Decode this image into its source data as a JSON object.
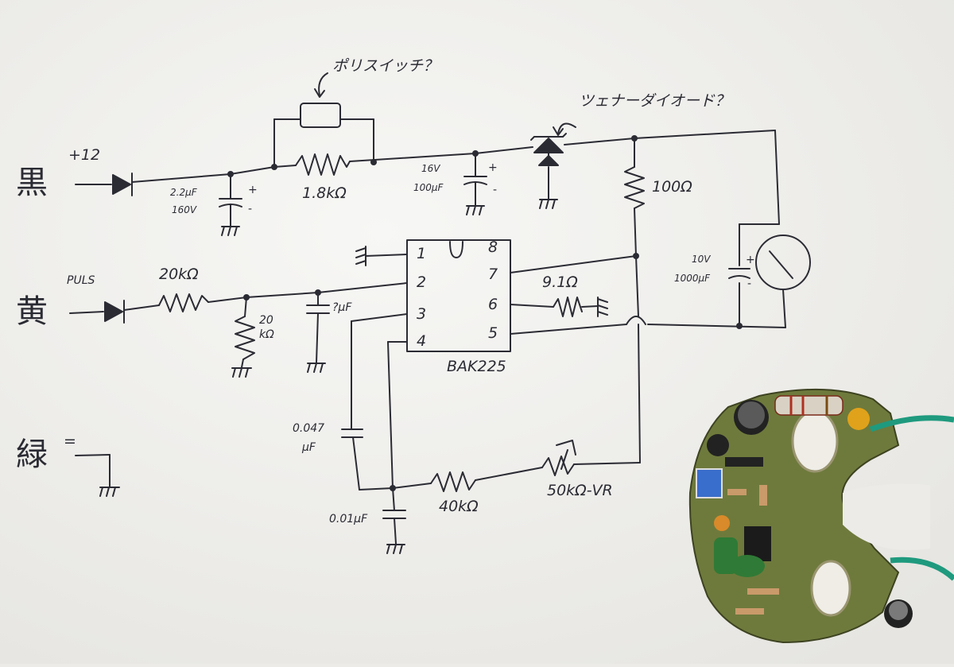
{
  "wires": {
    "black_label": "黒",
    "yellow_label": "黄",
    "green_label": "緑",
    "green_mark": "=",
    "supply_label": "+12",
    "pulse_label": "PULS"
  },
  "annotations": {
    "pot_switch": "ポリスイッチ？",
    "zener": "ツェナーダイオード？"
  },
  "components": {
    "r_polyswitch": "1.8kΩ",
    "r_100": "100Ω",
    "r_20k_series": "20kΩ",
    "r_20k_shunt_value": "20",
    "r_20k_shunt_unit": "kΩ",
    "r_9_1": "9.1Ω",
    "r_40k": "40kΩ",
    "vr_50k": "50kΩ-VR",
    "c1_value": "2.2μF",
    "c1_voltage": "160V",
    "c2_voltage": "16V",
    "c2_value": "100μF",
    "c3_voltage": "10V",
    "c3_value": "1000μF",
    "c4_value": "?μF",
    "c5_value": "0.047",
    "c5_unit": "μF",
    "c6_value": "0.01μF",
    "plus": "+",
    "minus": "-"
  },
  "ic": {
    "part": "BAK225",
    "pins": [
      "1",
      "2",
      "3",
      "4",
      "5",
      "6",
      "7",
      "8"
    ]
  },
  "colors": {
    "paper": "#f4f4f2",
    "ink": "#2b2b34",
    "pcb_green": "#6e7a3c",
    "wire_green": "#1f9a7e"
  }
}
